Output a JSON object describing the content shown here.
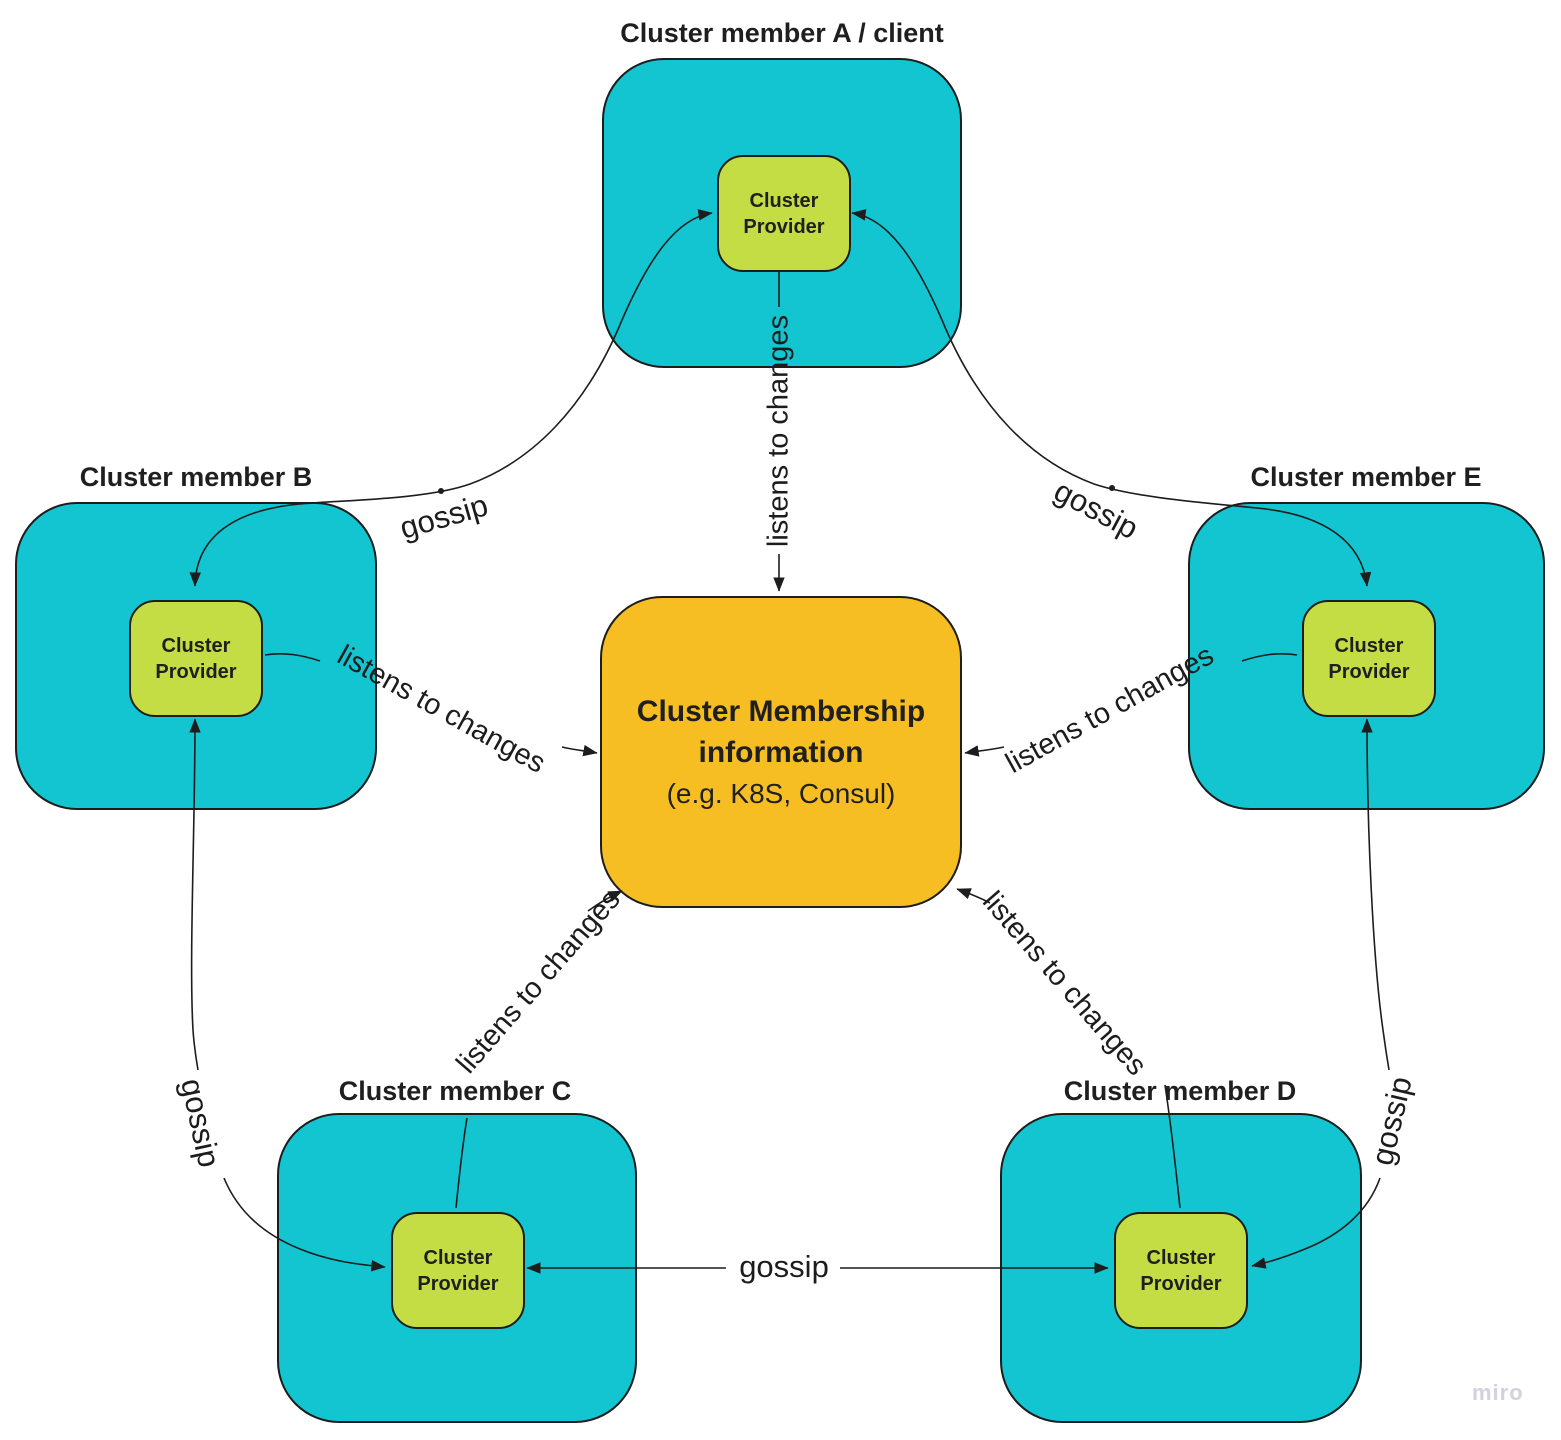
{
  "diagram": {
    "members": [
      {
        "id": "A",
        "title": "Cluster member A / client",
        "provider_label": "Cluster Provider"
      },
      {
        "id": "B",
        "title": "Cluster member B",
        "provider_label": "Cluster Provider"
      },
      {
        "id": "C",
        "title": "Cluster member C",
        "provider_label": "Cluster Provider"
      },
      {
        "id": "D",
        "title": "Cluster member D",
        "provider_label": "Cluster Provider"
      },
      {
        "id": "E",
        "title": "Cluster member E",
        "provider_label": "Cluster Provider"
      }
    ],
    "center_node": {
      "title": "Cluster Membership information",
      "subtitle": "(e.g. K8S, Consul)"
    },
    "connector_labels": {
      "gossip": "gossip",
      "listens": "listens to changes"
    },
    "watermark": "miro",
    "colors": {
      "member_fill": "#12C5D0",
      "provider_fill": "#C5DD45",
      "center_fill": "#F6BE23",
      "stroke": "#1d1d1d",
      "watermark_color": "#d2d2dc"
    }
  }
}
